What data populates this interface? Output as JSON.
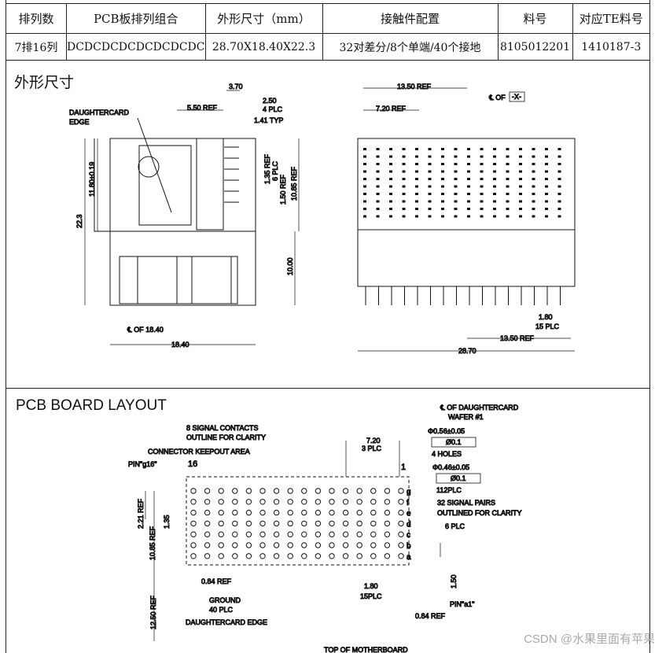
{
  "spec_table": {
    "headers": [
      "排列数",
      "PCB板排列组合",
      "外形尺寸（mm）",
      "接触件配置",
      "料号",
      "对应TE料号"
    ],
    "values": [
      "7排16列",
      "DCDCDCDCDCDCDCDC",
      "28.70X18.40X22.3",
      "32对差分/8个单端/40个接地",
      "8105012201",
      "1410187-3"
    ]
  },
  "section_outline": {
    "title": "外形尺寸"
  },
  "section_pcb": {
    "title": "PCB BOARD LAYOUT"
  },
  "outline_labels": {
    "daughtercard_edge_1": "DAUGHTERCARD",
    "daughtercard_edge_2": "EDGE",
    "d370": "3.70",
    "d550": "5.50 REF",
    "d250": "2.50",
    "d4plc": "4 PLC",
    "d141": "1.41 TYP",
    "d1180": "11.80±0.19",
    "d223": "22.3",
    "d135": "1.35 REF",
    "d6plc": "6 PLC",
    "d150": "1.50 REF",
    "d1085": "10.85 REF",
    "d1000": "10.00",
    "cl1840": "℄ OF 18.40",
    "d1840": "18.40",
    "d1350top": "13.50 REF",
    "d720": "7.20 REF",
    "clx": "℄ OF",
    "x_datum": "-X-",
    "d180": "1.80",
    "d15plc": "15 PLC",
    "d1350bot": "13.50 REF",
    "d2870": "28.70"
  },
  "pcb_labels": {
    "signal_contacts_1": "8 SIGNAL CONTACTS",
    "signal_contacts_2": "OUTLINE FOR CLARITY",
    "keepout": "CONNECTOR KEEPOUT AREA",
    "pin_g16": "PIN\"g16\"",
    "col16": "16",
    "col1": "1",
    "cl_dc_1": "℄ OF DAUGHTERCARD",
    "cl_dc_2": "WAFER #1",
    "hole1": "Φ0.56±0.05",
    "tol1": "Ø0.1",
    "holes4": "4 HOLES",
    "hole2": "Φ0.46±0.05",
    "tol2": "Ø0.1",
    "plc112": "112PLC",
    "pairs_1": "32 SIGNAL PAIRS",
    "pairs_2": "OUTLINED FOR CLARITY",
    "d720": "7.20",
    "d3plc": "3 PLC",
    "d6plc": "6 PLC",
    "d221": "2.21 REF",
    "d1085": "10.85 REF",
    "d135": "1.35",
    "d084a": "0.84 REF",
    "ground_1": "GROUND",
    "ground_2": "40 PLC",
    "dc_edge": "DAUGHTERCARD EDGE",
    "d180": "1.80",
    "d15plc": "15PLC",
    "d1250": "12.50 REF",
    "d150": "1.50",
    "pin_a1": "PIN\"a1\"",
    "d084b": "0.84 REF",
    "top_mb": "TOP OF MOTHERBOARD",
    "rows": [
      "g",
      "f",
      "e",
      "d",
      "c",
      "b",
      "a"
    ]
  },
  "watermark": "CSDN @水果里面有苹果"
}
